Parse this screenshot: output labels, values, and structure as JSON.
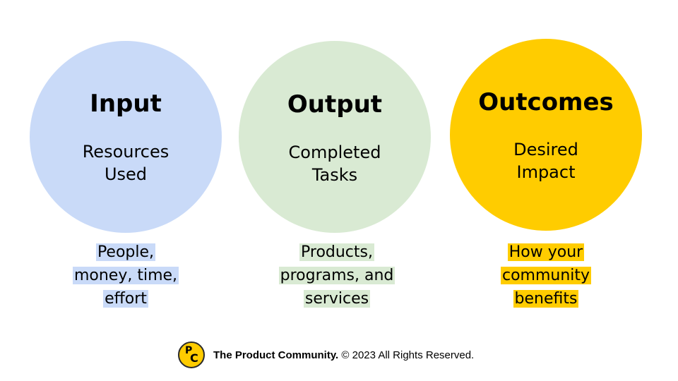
{
  "colors": {
    "input_circle": "#c9daf8",
    "output_circle": "#d9ead3",
    "outcomes_circle": "#ffcc00",
    "input_highlight": "#c9daf8",
    "output_highlight": "#d9ead3",
    "outcomes_highlight": "#ffcc00",
    "logo_fill": "#ffcc00"
  },
  "columns": {
    "input": {
      "title": "Input",
      "subtitle_lines": [
        "Resources",
        "Used"
      ],
      "caption_lines": [
        "People,",
        "money, time,",
        "effort"
      ]
    },
    "output": {
      "title": "Output",
      "subtitle_lines": [
        "Completed",
        "Tasks"
      ],
      "caption_lines": [
        "Products,",
        "programs, and",
        "services"
      ]
    },
    "outcomes": {
      "title": "Outcomes",
      "subtitle_lines": [
        "Desired",
        "Impact"
      ],
      "caption_lines": [
        "How your",
        "community",
        "benefits"
      ]
    }
  },
  "footer": {
    "logo_letters": {
      "p": "P",
      "c": "C"
    },
    "brand": "The Product Community.",
    "rights": "© 2023 All Rights Reserved."
  }
}
